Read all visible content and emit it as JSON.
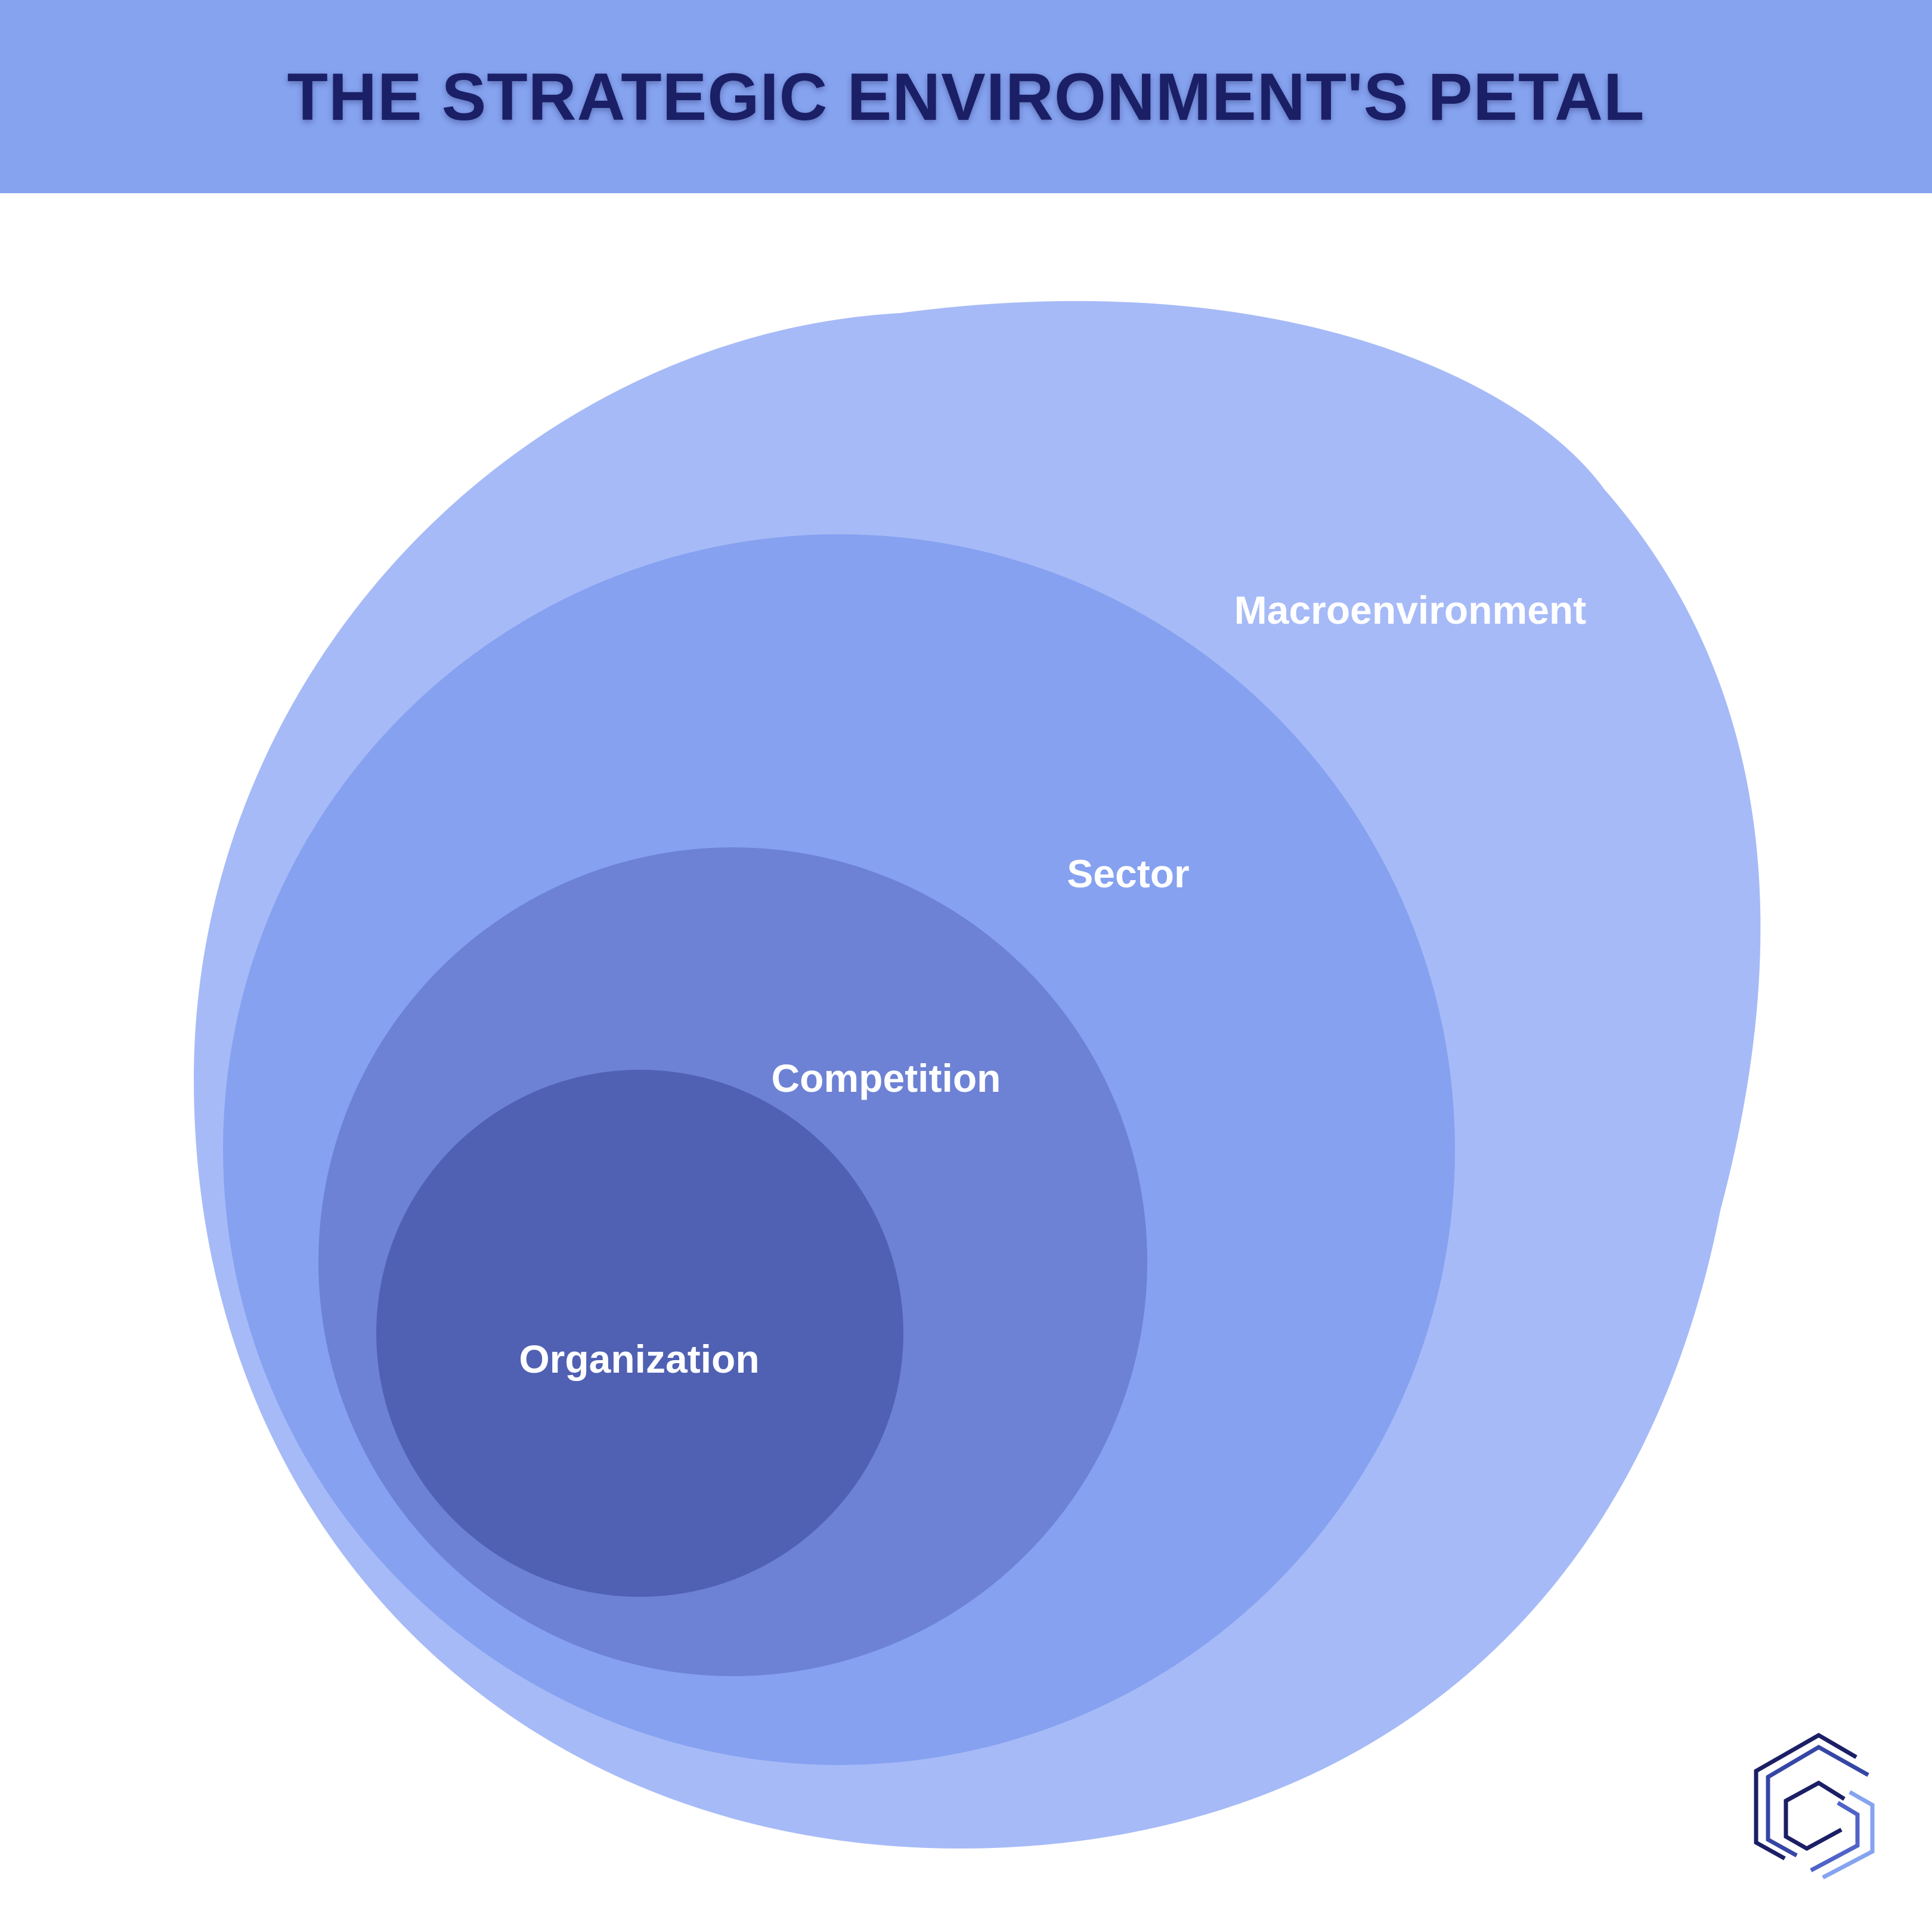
{
  "header": {
    "title": "THE STRATEGIC ENVIRONMENT'S PETAL"
  },
  "diagram": {
    "layers": [
      {
        "label": "Macroenvironment",
        "color": "#a6baf7"
      },
      {
        "label": "Sector",
        "color": "#86a1f0"
      },
      {
        "label": "Competition",
        "color": "#6d82d5"
      },
      {
        "label": "Organization",
        "color": "#5061b3"
      }
    ],
    "label_color": "#ffffff"
  },
  "logo": {
    "icon": "hexagon-logo-icon",
    "colors": [
      "#1b1f66",
      "#4f63c8",
      "#86a3f0"
    ]
  },
  "colors": {
    "header_bg": "#86a3f0",
    "title_text": "#1b1f66",
    "page_bg": "#ffffff"
  }
}
